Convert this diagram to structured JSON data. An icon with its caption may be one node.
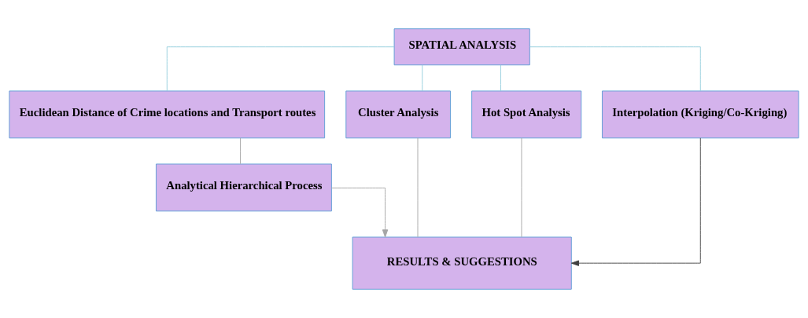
{
  "diagram": {
    "nodes": [
      {
        "text": [
          "SPATIAL ANALYSIS"
        ]
      },
      {
        "text": [
          "Euclidean Distance of Crime locations and Transport routes"
        ]
      },
      {
        "text": [
          "Cluster Analysis"
        ]
      },
      {
        "text": [
          "Hot Spot Analysis"
        ]
      },
      {
        "text": [
          "Interpolation (Kriging/Co-Kriging)"
        ]
      },
      {
        "text": [
          "Analytical Hierarchical Process"
        ]
      },
      {
        "text": [
          "RESULTS & SUGGESTIONS"
        ]
      }
    ],
    "edges": [
      {
        "from": 0,
        "to": 1,
        "arrow": "none",
        "color": "#92cddc"
      },
      {
        "from": 0,
        "to": 2,
        "arrow": "none",
        "color": "#92cddc"
      },
      {
        "from": 0,
        "to": 3,
        "arrow": "none",
        "color": "#92cddc"
      },
      {
        "from": 0,
        "to": 4,
        "arrow": "none",
        "color": "#92cddc"
      },
      {
        "from": 1,
        "to": 5,
        "arrow": "none"
      },
      {
        "from": 5,
        "to": 6,
        "arrow": "to"
      },
      {
        "from": 2,
        "to": 6,
        "arrow": "none"
      },
      {
        "from": 3,
        "to": 6,
        "arrow": "none"
      },
      {
        "from": 4,
        "to": 6,
        "arrow": "to",
        "color": "#404040"
      }
    ]
  }
}
